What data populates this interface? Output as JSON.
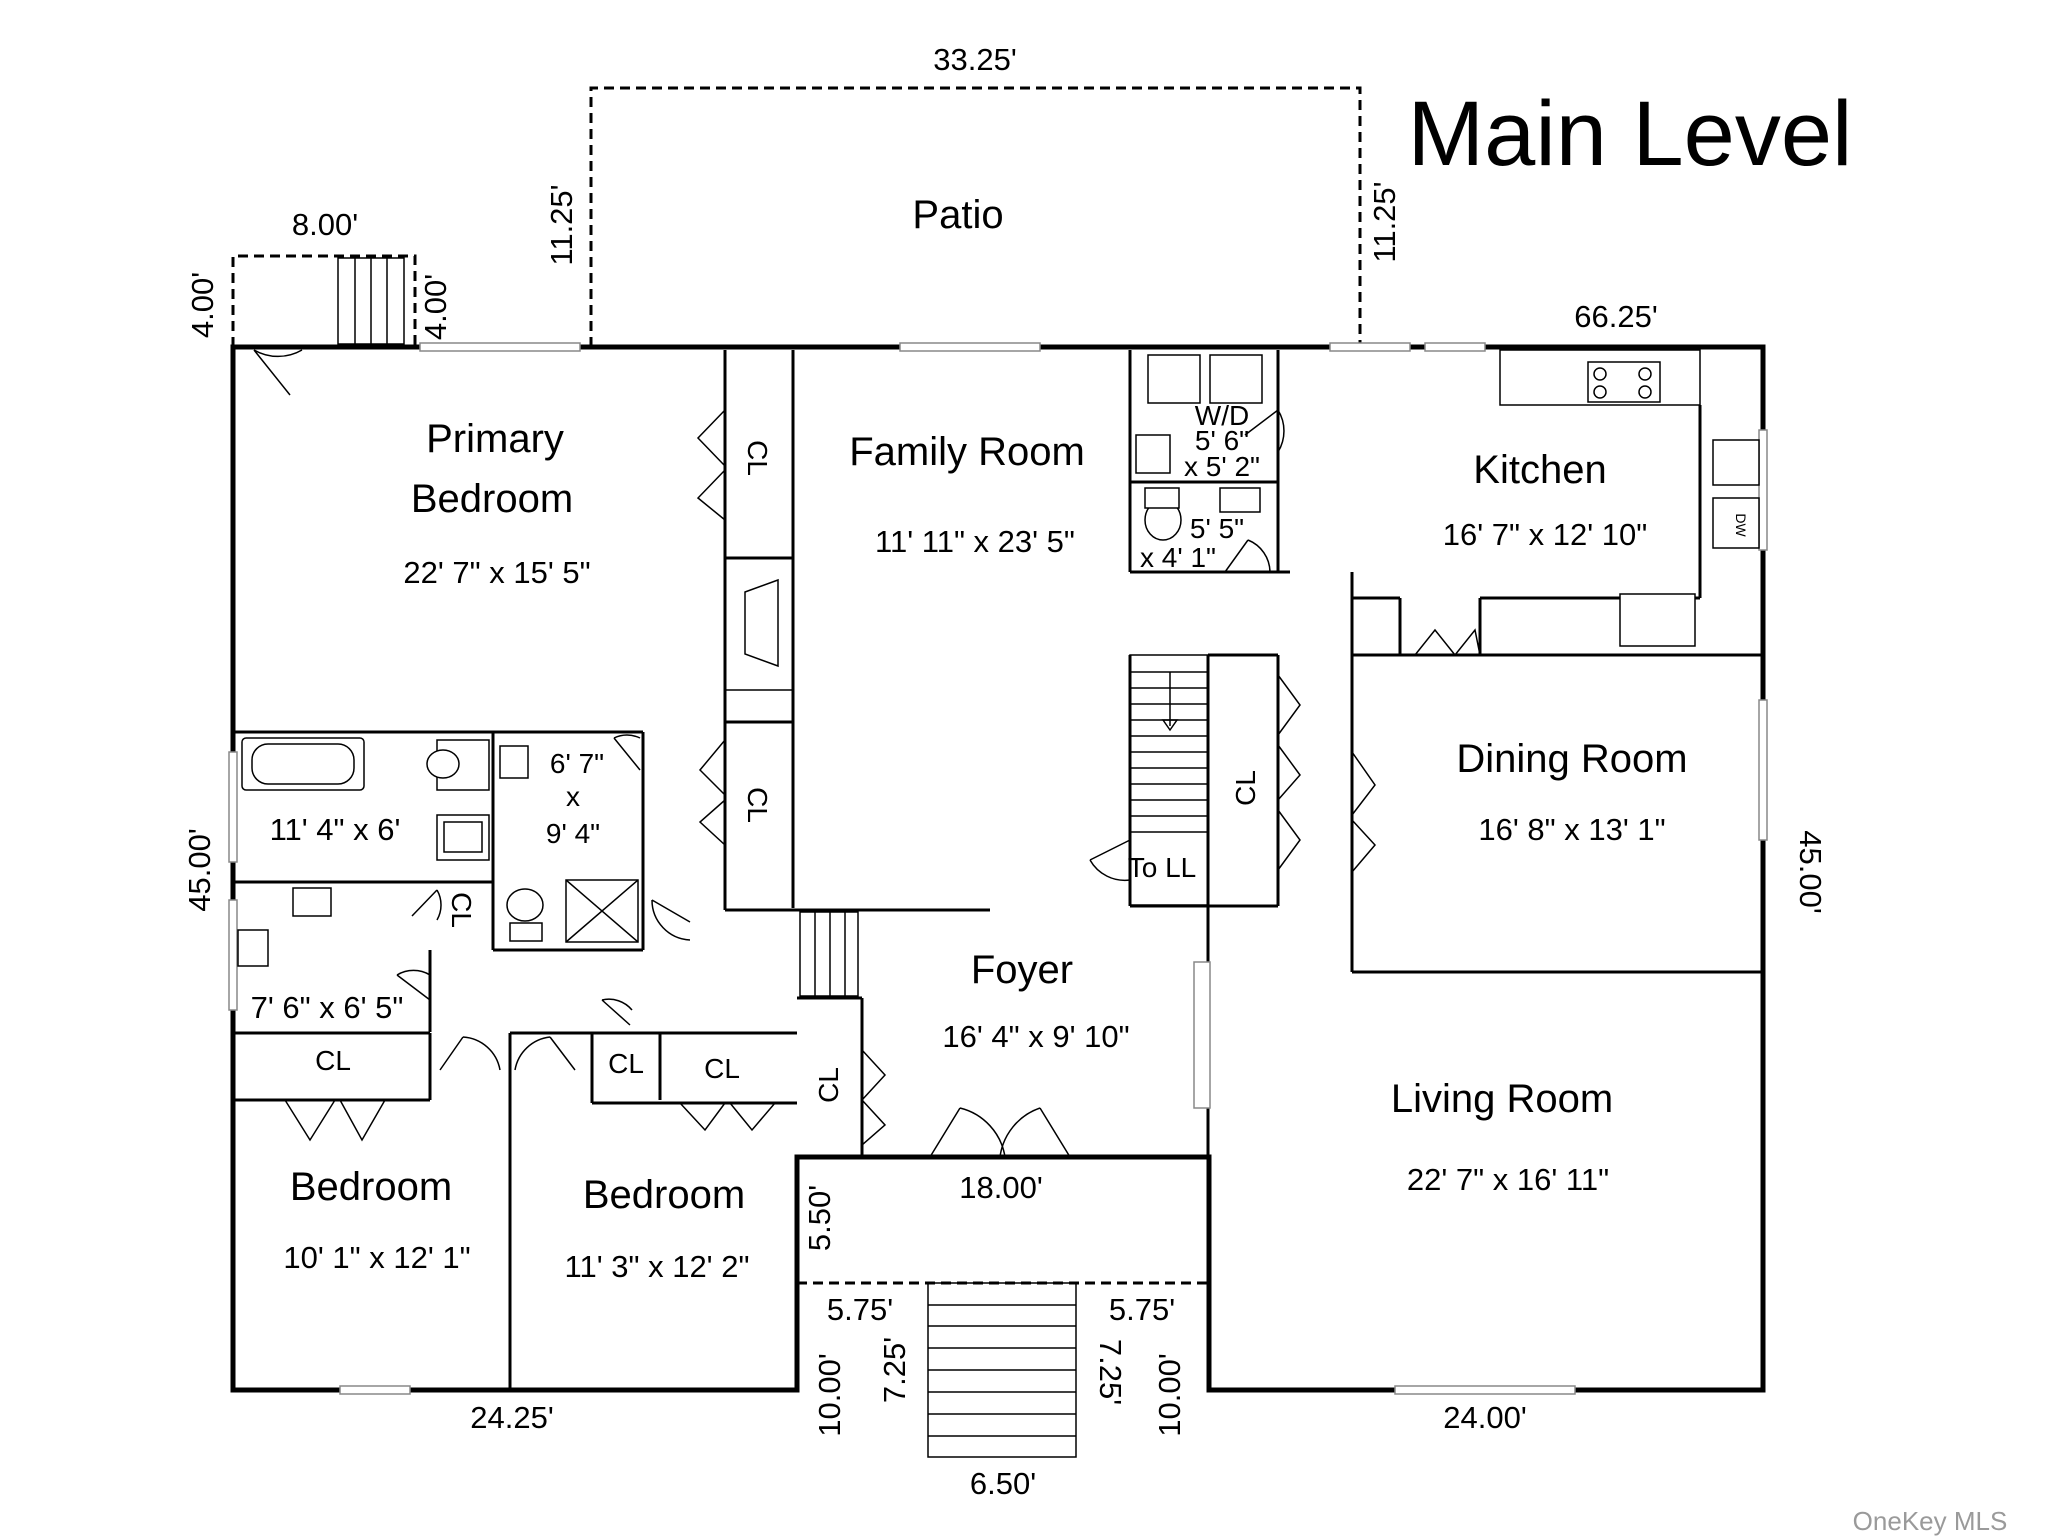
{
  "title": "Main Level",
  "watermark": "OneKey MLS",
  "rooms": {
    "primary_bedroom": {
      "name_line1": "Primary",
      "name_line2": "Bedroom",
      "size": "22' 7\" x 15' 5\""
    },
    "family_room": {
      "name": "Family Room",
      "size": "11' 11\" x 23' 5\""
    },
    "laundry": {
      "name": "W/D",
      "size_line1": "5' 6\"",
      "size_line2": "x 5' 2\""
    },
    "half_bath": {
      "size_line1": "5' 5\"",
      "size_line2": "x 4' 1\""
    },
    "kitchen": {
      "name": "Kitchen",
      "size": "16' 7\" x 12' 10\""
    },
    "dining_room": {
      "name": "Dining Room",
      "size": "16' 8\" x 13' 1\""
    },
    "primary_bath": {
      "size": "11' 4\" x 6'"
    },
    "walk_in_closet": {
      "size_line1": "6' 7\"",
      "size_line2": "x",
      "size_line3": "9' 4\""
    },
    "hall_bath": {
      "size": "7' 6\" x 6' 5\""
    },
    "foyer": {
      "name": "Foyer",
      "size": "16' 4\" x 9' 10\""
    },
    "living_room": {
      "name": "Living Room",
      "size": "22' 7\" x 16' 11\""
    },
    "bedroom_2": {
      "name": "Bedroom",
      "size": "10' 1\" x 12' 1\""
    },
    "bedroom_3": {
      "name": "Bedroom",
      "size": "11' 3\" x 12' 2\""
    },
    "patio": {
      "name": "Patio"
    },
    "stairs_label": "To LL"
  },
  "closets": [
    "CL",
    "CL",
    "CL",
    "CL",
    "CL",
    "CL",
    "CL",
    "CL"
  ],
  "appliance_labels": {
    "dishwasher": "DW"
  },
  "dimensions": {
    "patio_width": "33.25'",
    "patio_depth_left": "11.25'",
    "patio_depth_right": "11.25'",
    "landing_width": "8.00'",
    "landing_depth_left": "4.00'",
    "landing_depth_right": "4.00'",
    "house_width_top": "66.25'",
    "house_depth_left": "45.00'",
    "house_depth_right": "45.00'",
    "bottom_left_width": "24.25'",
    "bottom_right_width": "24.00'",
    "entry_width": "18.00'",
    "entry_depth": "5.50'",
    "walk_left": "5.75'",
    "walk_right": "5.75'",
    "stair_depth_left": "7.25'",
    "stair_depth_right": "7.25'",
    "walk_depth_left": "10.00'",
    "walk_depth_right": "10.00'",
    "stair_width": "6.50'"
  }
}
